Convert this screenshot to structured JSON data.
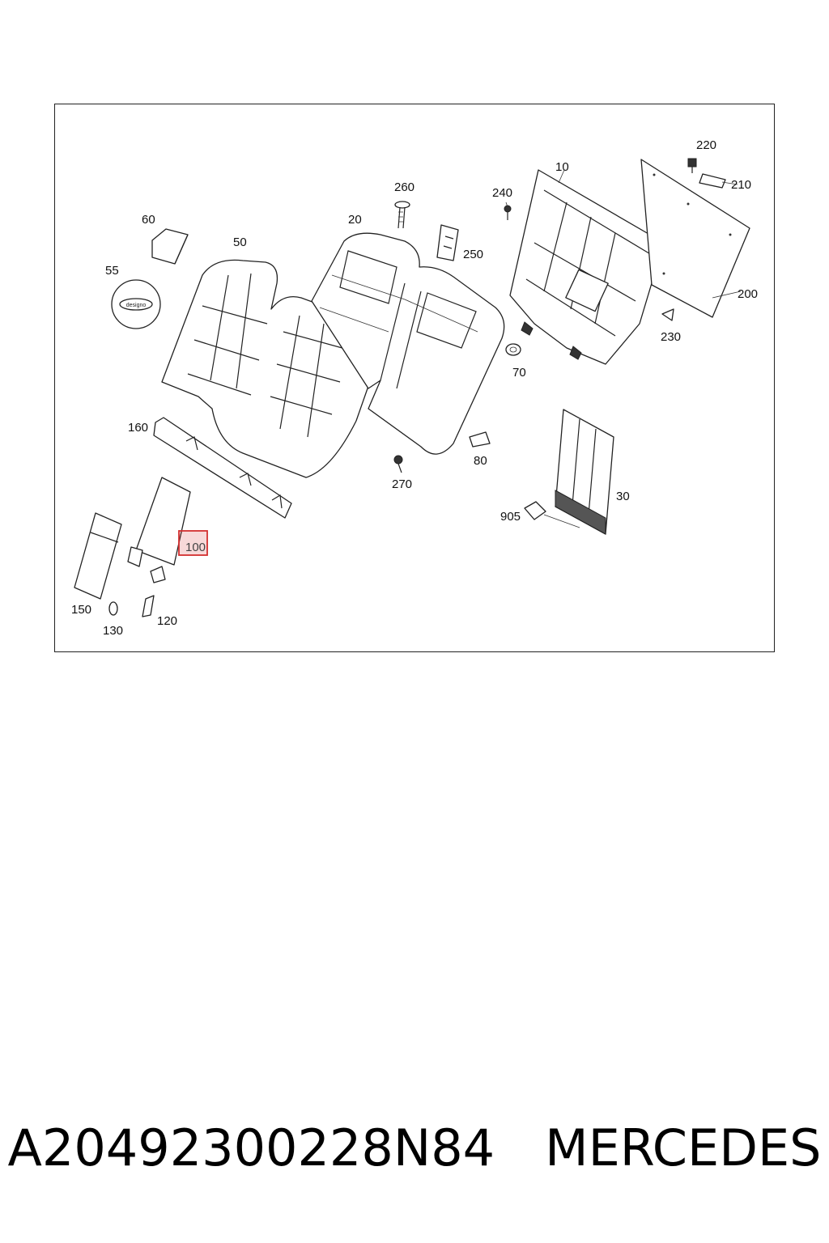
{
  "diagram": {
    "callouts": [
      {
        "id": "10",
        "text": "10"
      },
      {
        "id": "20",
        "text": "20"
      },
      {
        "id": "30",
        "text": "30"
      },
      {
        "id": "50",
        "text": "50"
      },
      {
        "id": "55",
        "text": "55"
      },
      {
        "id": "60",
        "text": "60"
      },
      {
        "id": "70",
        "text": "70"
      },
      {
        "id": "80",
        "text": "80"
      },
      {
        "id": "100",
        "text": "100",
        "highlighted": true
      },
      {
        "id": "120",
        "text": "120"
      },
      {
        "id": "130",
        "text": "130"
      },
      {
        "id": "150",
        "text": "150"
      },
      {
        "id": "160",
        "text": "160"
      },
      {
        "id": "200",
        "text": "200"
      },
      {
        "id": "210",
        "text": "210"
      },
      {
        "id": "220",
        "text": "220"
      },
      {
        "id": "230",
        "text": "230"
      },
      {
        "id": "240",
        "text": "240"
      },
      {
        "id": "250",
        "text": "250"
      },
      {
        "id": "260",
        "text": "260"
      },
      {
        "id": "270",
        "text": "270"
      },
      {
        "id": "905",
        "text": "905"
      }
    ],
    "badge_text": "designo",
    "highlight_color": "#d32f2f"
  },
  "caption": {
    "part_number": "A20492300228N84",
    "brand": "MERCEDES"
  }
}
